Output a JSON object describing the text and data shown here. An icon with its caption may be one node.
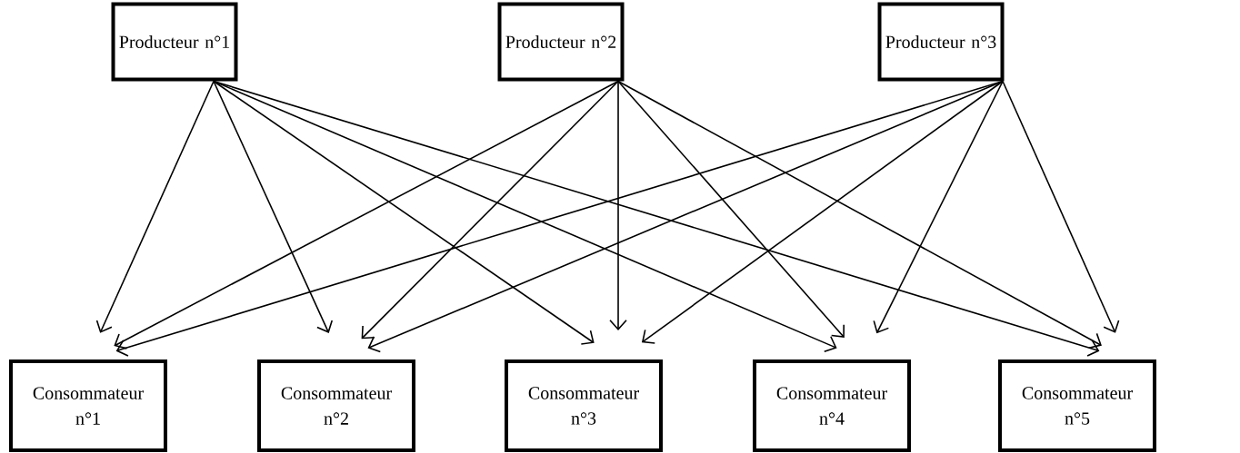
{
  "diagram": {
    "nodes": [
      {
        "text": [
          "Producteur n°1"
        ]
      },
      {
        "text": [
          "Producteur n°2"
        ]
      },
      {
        "text": [
          "Producteur n°3"
        ]
      },
      {
        "text": [
          "Consommateur n°1"
        ]
      },
      {
        "text": [
          "Consommateur n°2"
        ]
      },
      {
        "text": [
          "Consommateur n°3"
        ]
      },
      {
        "text": [
          "Consommateur n°4"
        ]
      },
      {
        "text": [
          "Consommateur n°5"
        ]
      }
    ],
    "edges": [
      {
        "from": 0,
        "to": 3,
        "arrow": "to"
      },
      {
        "from": 0,
        "to": 4,
        "arrow": "to"
      },
      {
        "from": 0,
        "to": 5,
        "arrow": "to"
      },
      {
        "from": 0,
        "to": 6,
        "arrow": "to"
      },
      {
        "from": 0,
        "to": 7,
        "arrow": "to"
      },
      {
        "from": 1,
        "to": 3,
        "arrow": "to"
      },
      {
        "from": 1,
        "to": 4,
        "arrow": "to"
      },
      {
        "from": 1,
        "to": 5,
        "arrow": "to"
      },
      {
        "from": 1,
        "to": 6,
        "arrow": "to"
      },
      {
        "from": 1,
        "to": 7,
        "arrow": "to"
      },
      {
        "from": 2,
        "to": 3,
        "arrow": "to"
      },
      {
        "from": 2,
        "to": 4,
        "arrow": "to"
      },
      {
        "from": 2,
        "to": 5,
        "arrow": "to"
      },
      {
        "from": 2,
        "to": 6,
        "arrow": "to"
      },
      {
        "from": 2,
        "to": 7,
        "arrow": "to"
      }
    ]
  }
}
